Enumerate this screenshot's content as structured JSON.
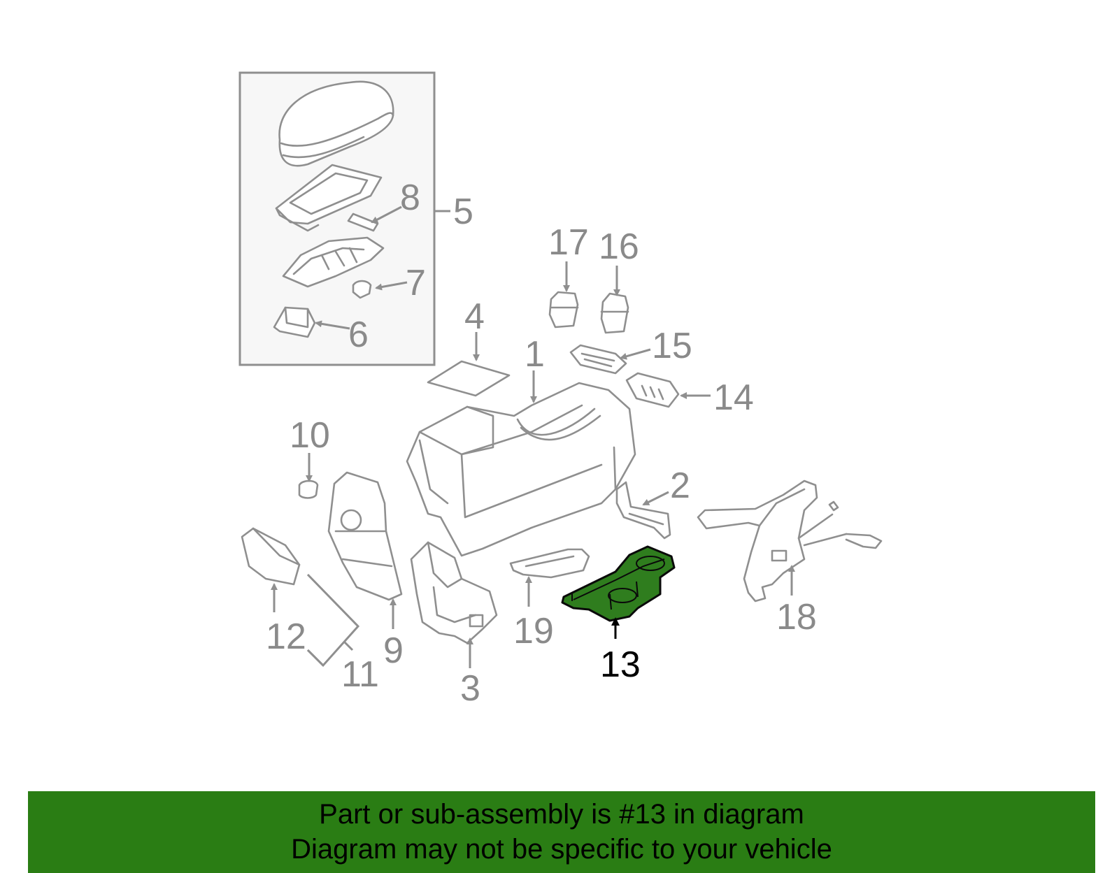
{
  "diagram": {
    "callouts": [
      "1",
      "2",
      "3",
      "4",
      "5",
      "6",
      "7",
      "8",
      "9",
      "10",
      "11",
      "12",
      "13",
      "14",
      "15",
      "16",
      "17",
      "18",
      "19"
    ],
    "highlighted_part": "13",
    "colors": {
      "highlight_fill": "#2f7d1e",
      "line_gray": "#8f8f8f",
      "banner": "#2a7d14"
    }
  },
  "banner": {
    "line1": "Part or sub-assembly is #13 in diagram",
    "line2": "Diagram may not be specific to your vehicle"
  }
}
